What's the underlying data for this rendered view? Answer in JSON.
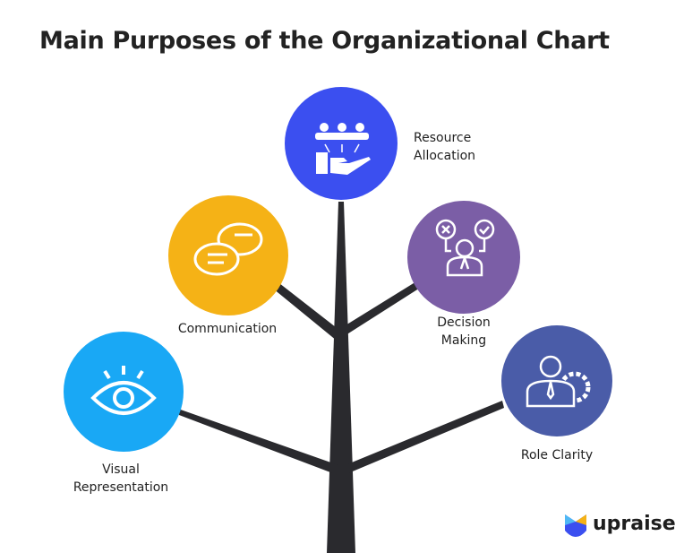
{
  "title": "Main Purposes of the Organizational Chart",
  "nodes": [
    {
      "id": "resource",
      "label_line1": "Resource",
      "label_line2": "Allocation",
      "color": "#3b4ff0",
      "icon": "team-hand-icon"
    },
    {
      "id": "communication",
      "label_line1": "Communication",
      "color": "#f5b216",
      "icon": "chat-bubbles-icon"
    },
    {
      "id": "decision",
      "label_line1": "Decision",
      "label_line2": "Making",
      "color": "#7b5ea6",
      "icon": "decision-person-icon"
    },
    {
      "id": "visual",
      "label_line1": "Visual",
      "label_line2": "Representation",
      "color": "#19a8f5",
      "icon": "eye-icon"
    },
    {
      "id": "role",
      "label_line1": "Role Clarity",
      "color": "#4a5ca8",
      "icon": "person-gear-icon"
    }
  ],
  "trunk_color": "#2a2a2e",
  "logo": {
    "text": "upraise"
  }
}
